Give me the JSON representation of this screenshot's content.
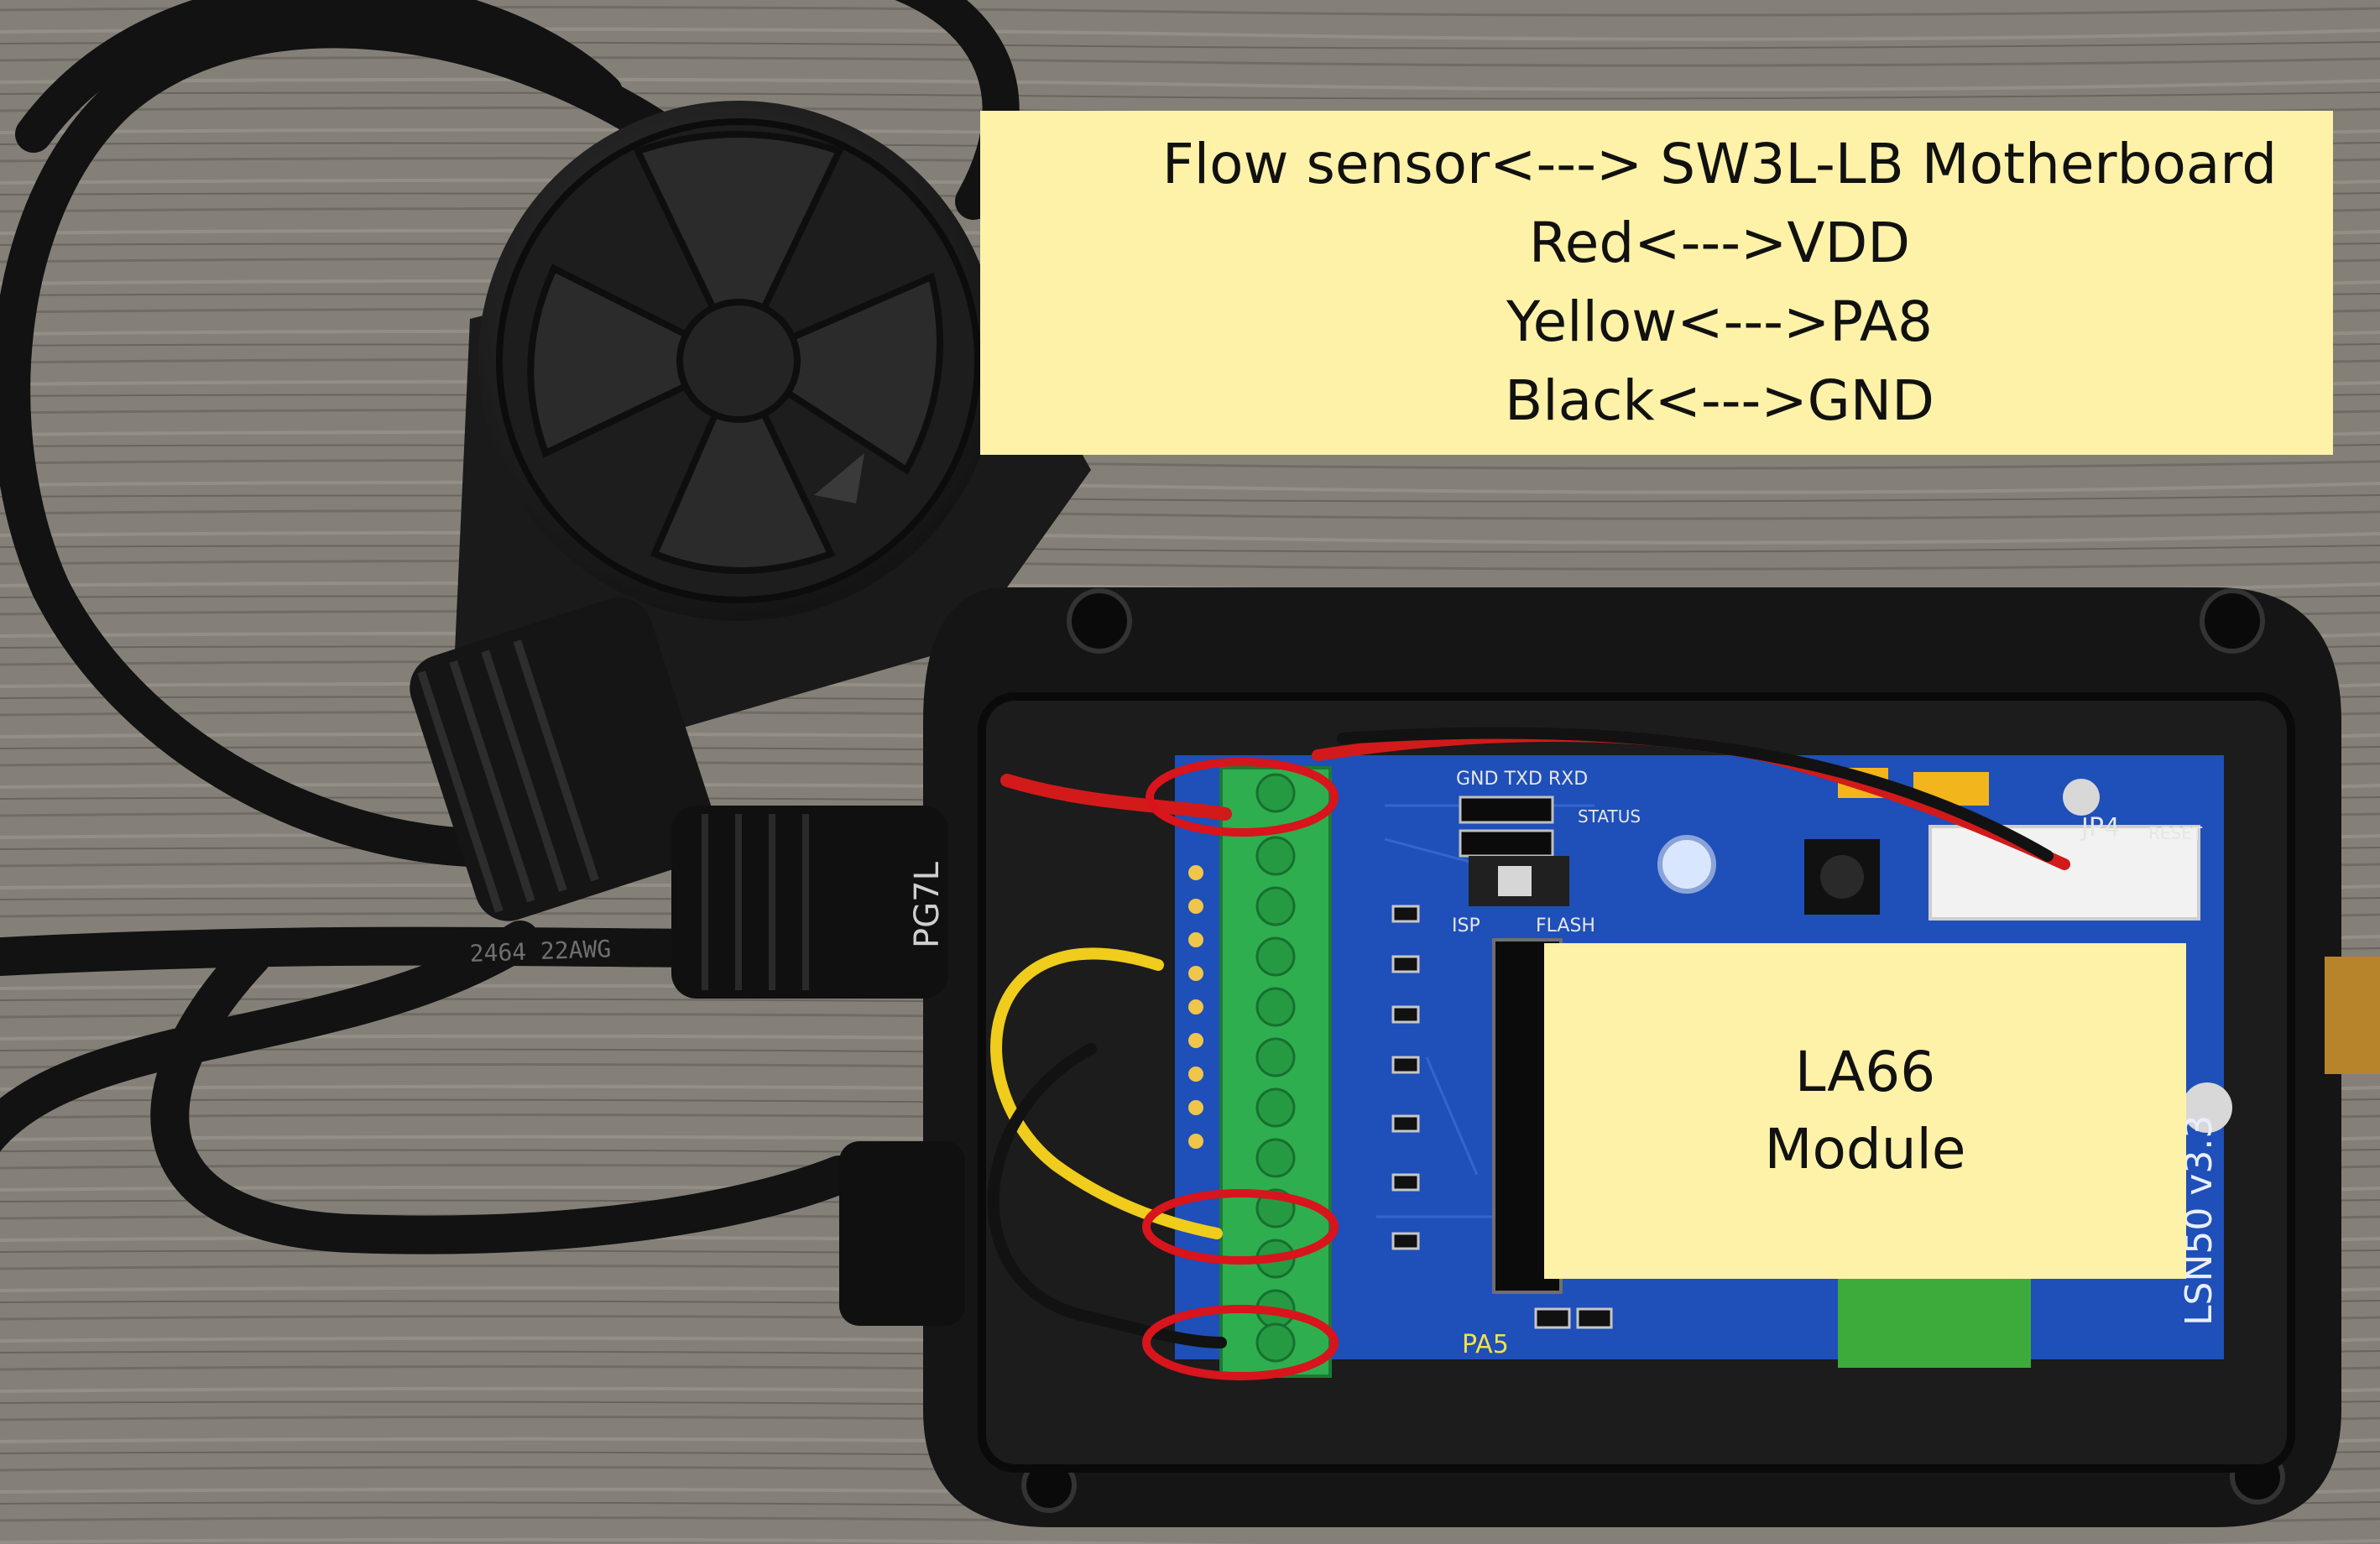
{
  "wiring_label": {
    "lines": [
      "Flow sensor<---> SW3L-LB Motherboard",
      "Red<--->VDD",
      "Yellow<--->PA8",
      "Black<--->GND"
    ]
  },
  "module_label": {
    "lines": [
      "LA66",
      "Module"
    ]
  },
  "board": {
    "model_text": "LSN50 v3.3",
    "gland_text": "PG7L",
    "pin_label": "PA5",
    "jumper_label": "JP4",
    "reset_label": "RESET",
    "status_label": "STATUS",
    "isp_label": "ISP",
    "flash_label": "FLASH",
    "header_label": "GND TXD RXD",
    "cable_text": "2464  22AWG"
  },
  "colors": {
    "label_bg": "#fdf2a8",
    "pcb_blue": "#1f4fb8",
    "terminal_green": "#2fae4f",
    "highlight_red": "#d8141c",
    "wire_red": "#d21a1a",
    "wire_yellow": "#f0cc1c",
    "enclosure_black": "#141414"
  }
}
